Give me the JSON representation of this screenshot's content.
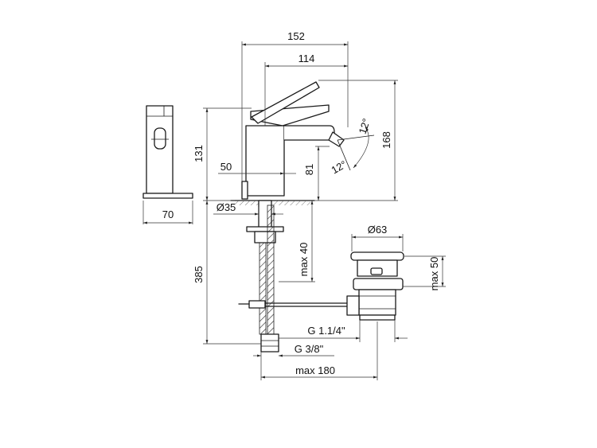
{
  "dimensions": {
    "width_152": "152",
    "width_114": "114",
    "height_168": "168",
    "height_131": "131",
    "spout_50": "50",
    "height_81": "81",
    "angle_top": "12°",
    "angle_bottom": "12°",
    "side_width_70": "70",
    "hole_dia_35": "Ø35",
    "max_40": "max 40",
    "length_385": "385",
    "waste_dia_63": "Ø63",
    "max_50": "max 50",
    "thread_waste": "G 1.1/4\"",
    "thread_supply": "G 3/8\"",
    "max_180": "max 180"
  }
}
